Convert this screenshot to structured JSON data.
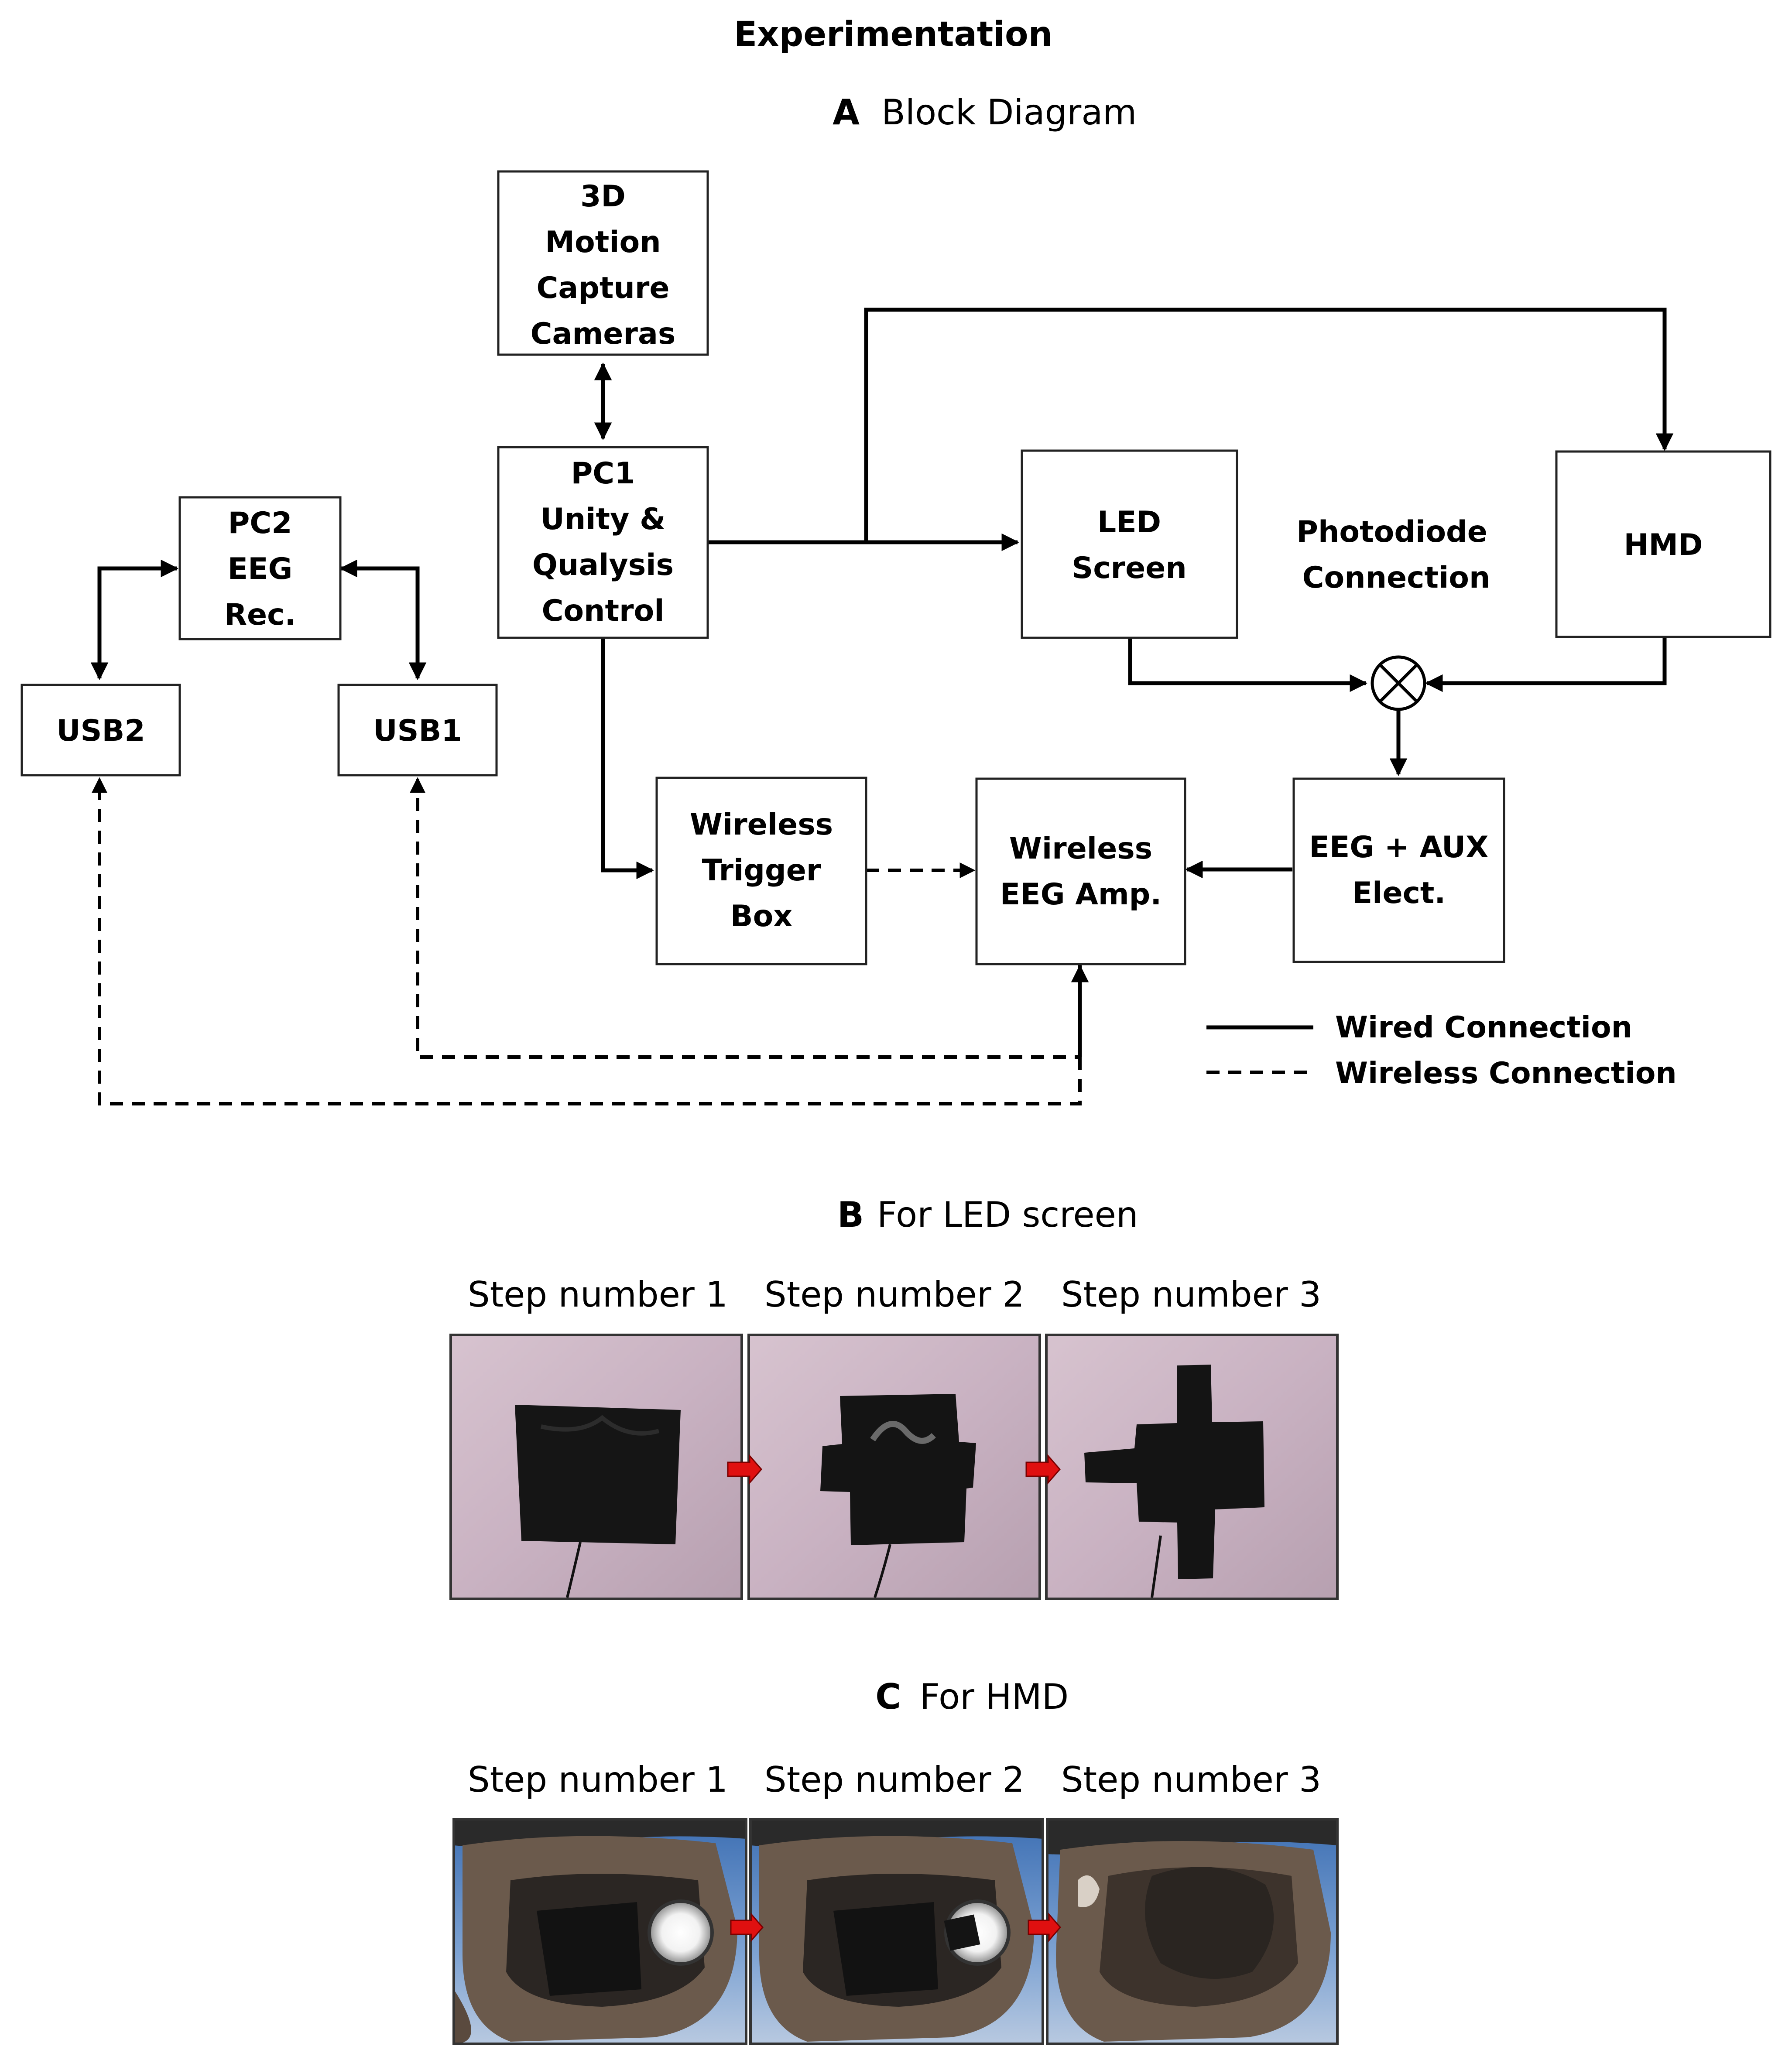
{
  "title": "Experimentation",
  "panel_a": {
    "letter": "A",
    "caption": "Block Diagram",
    "blocks": {
      "camera": [
        "3D",
        "Motion",
        "Capture",
        "Cameras"
      ],
      "pc1": [
        "PC1",
        "Unity &",
        "Qualysis",
        "Control"
      ],
      "pc2": [
        "PC2",
        "EEG",
        "Rec."
      ],
      "usb2": [
        "USB2"
      ],
      "usb1": [
        "USB1"
      ],
      "led": [
        "LED",
        "Screen"
      ],
      "photodiode": [
        "Photodiode",
        "Connection"
      ],
      "hmd": [
        "HMD"
      ],
      "trigger": [
        "Wireless",
        "Trigger",
        "Box"
      ],
      "amp": [
        "Wireless",
        "EEG Amp."
      ],
      "eeg": [
        "EEG + AUX",
        "Elect."
      ]
    },
    "legend": {
      "wired": "Wired Connection",
      "wireless": "Wireless Connection"
    }
  },
  "panel_b": {
    "letter": "B",
    "caption": "For LED screen",
    "steps": [
      "Step number 1",
      "Step number 2",
      "Step number 3"
    ]
  },
  "panel_c": {
    "letter": "C",
    "caption": "For HMD",
    "steps": [
      "Step number 1",
      "Step number 2",
      "Step number 3"
    ]
  },
  "colors": {
    "step_arrow": "#e01010",
    "led_background": "#c9b2c2",
    "tape": "#161616",
    "hmd_sky": "#4f83c4",
    "hmd_foam": "#6b5a4c"
  }
}
